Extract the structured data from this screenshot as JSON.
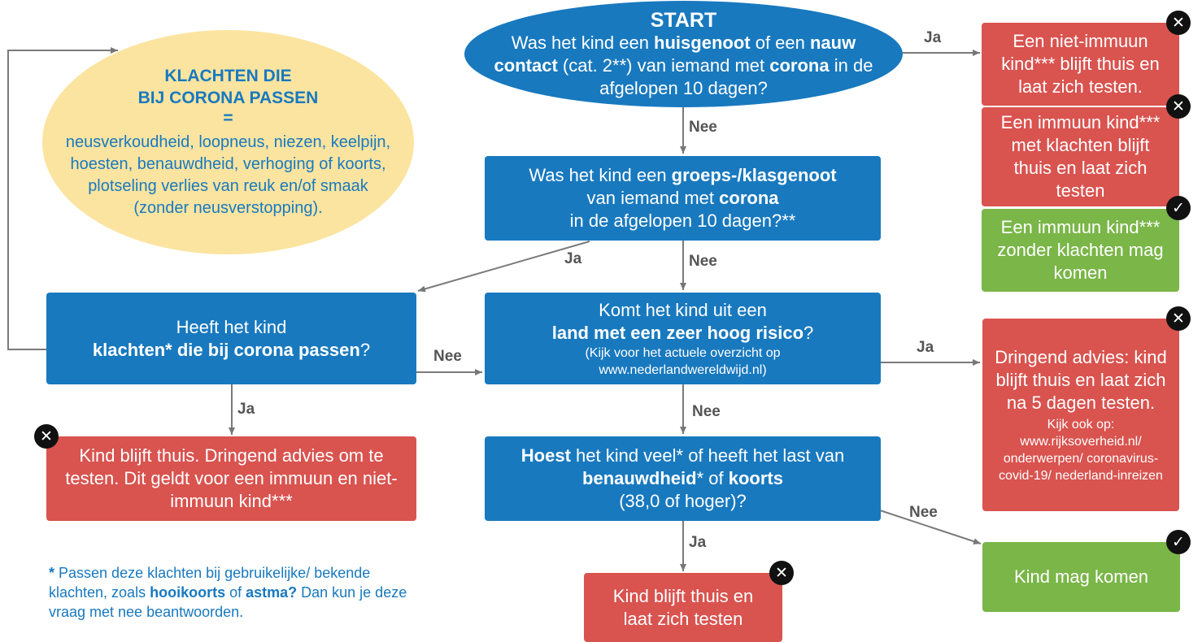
{
  "start": {
    "heading": "START",
    "q1": "Was het kind een ",
    "q1_b": "huisgenoot",
    "q2": " of een ",
    "q2_b": "nauw contact",
    "q3": " (cat. 2**) van iemand met ",
    "q3_b": "corona",
    "q4": " in de afgelopen 10 dagen?"
  },
  "symptoms": {
    "heading1": "KLACHTEN DIE",
    "heading2": "BIJ CORONA PASSEN",
    "equals": "=",
    "list": "neusverkoudheid, loopneus, niezen, keelpijn, hoesten, benauwdheid, verhoging of koorts, plotseling verlies van reuk en/of smaak (zonder neusverstopping)."
  },
  "q_group": {
    "t1": "Was het kind een ",
    "b1": "groeps-/klasgenoot",
    "t2": "van iemand met ",
    "b2": "corona",
    "t3": "in de afgelopen 10 dagen?**"
  },
  "q_symptoms": {
    "t1": "Heeft het kind",
    "b1": "klachten* die bij corona passen",
    "t2": "?"
  },
  "q_country": {
    "t1": "Komt het kind uit een",
    "b1": "land met een zeer hoog risico",
    "t2": "?",
    "small": "(Kijk voor het actuele overzicht op www.nederlandwereldwijd.nl)"
  },
  "q_cough": {
    "b1": "Hoest",
    "t1": " het kind veel* of heeft het last van",
    "b2": "benauwdheid",
    "t2": "* of ",
    "b3": "koorts",
    "t3": "(38,0 of hoger)?"
  },
  "outcomes": {
    "nonimmune_home": "Een niet-immuun kind*** blijft thuis en laat zich testen.",
    "immune_symptoms": "Een immuun kind*** met klachten blijft thuis en laat zich testen",
    "immune_ok": "Een immuun kind*** zonder klachten mag komen",
    "urgent_main": "Dringend advies: kind blijft thuis en laat zich na 5 dagen testen.",
    "urgent_small": "Kijk ook op: www.rijksoverheid.nl/ onderwerpen/ coronavirus-covid-19/ nederland-inreizen",
    "home_advice": "Kind blijft thuis. Dringend advies om te testen. Dit geldt voor een immuun en niet-immuun kind***",
    "home_test": "Kind blijft thuis en laat zich testen",
    "may_come": "Kind mag komen"
  },
  "edges": {
    "ja": "Ja",
    "nee": "Nee"
  },
  "footnote": {
    "star": "*",
    "t1": " Passen deze klachten bij gebruikelijke/ bekende klachten, zoals ",
    "b1": "hooikoorts",
    "t2": " of ",
    "b2": "astma?",
    "t3": " Dan kun je deze vraag met nee beantwoorden."
  },
  "badges": {
    "cross": "✕",
    "check": "✓"
  },
  "colors": {
    "blue": "#1879bf",
    "red": "#d9534f",
    "green": "#7ab648",
    "yellow": "#fbe4a0"
  }
}
